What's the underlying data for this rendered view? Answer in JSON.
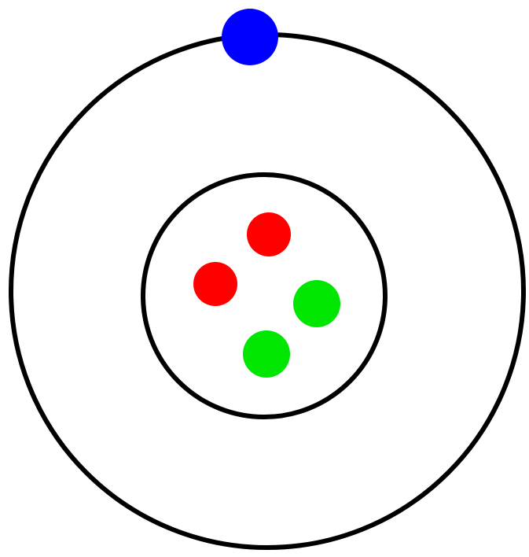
{
  "diagram": {
    "kind": "atom-model",
    "orbit_stroke_color": "#000000",
    "background_color": "#ffffff",
    "particles": [
      {
        "role": "electron",
        "color": "#0000ff"
      },
      {
        "role": "proton",
        "color": "#ff0000"
      },
      {
        "role": "proton",
        "color": "#ff0000"
      },
      {
        "role": "neutron",
        "color": "#00e600"
      },
      {
        "role": "neutron",
        "color": "#00e600"
      }
    ]
  }
}
